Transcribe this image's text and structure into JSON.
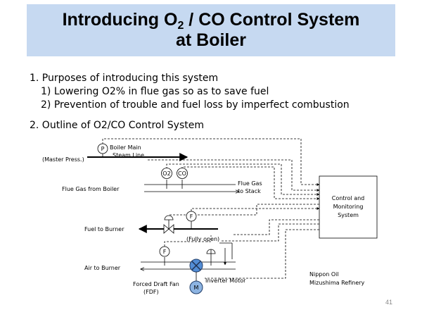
{
  "title": {
    "line1_pre": "Introducing O",
    "line1_sub": "2",
    "line1_post": " / CO Control System",
    "line2": "at Boiler"
  },
  "section1": {
    "heading": "1. Purposes of introducing this system",
    "items": [
      "1) Lowering O2% in flue gas so as to save fuel",
      "2) Prevention of trouble and fuel loss by imperfect combustion"
    ]
  },
  "section2": {
    "heading": "2. Outline of O2/CO Control System"
  },
  "diagram": {
    "master_press": "(Master Press.)",
    "steam_line": [
      "Boiler Main",
      "Steam Line"
    ],
    "p_symbol": "P",
    "o2_symbol": "O2",
    "co_symbol": "CO",
    "flue_gas_from": "Flue Gas from Boiler",
    "flue_gas_to": [
      "Flue Gas",
      "to Stack"
    ],
    "f_symbol": "F",
    "fuel_to_burner": "Fuel to Burner",
    "fully_open": "(Fully open)",
    "air_to_burner": "Air to Burner",
    "fdf": [
      "Forced Draft Fan",
      "(FDF)"
    ],
    "m_symbol": "M",
    "inverter_motor": "Inverter Motor",
    "control_box": [
      "Control and",
      "Monitoring",
      "System"
    ],
    "company": [
      "Nippon Oil",
      "Mizushima Refinery"
    ]
  },
  "page_number": "41"
}
